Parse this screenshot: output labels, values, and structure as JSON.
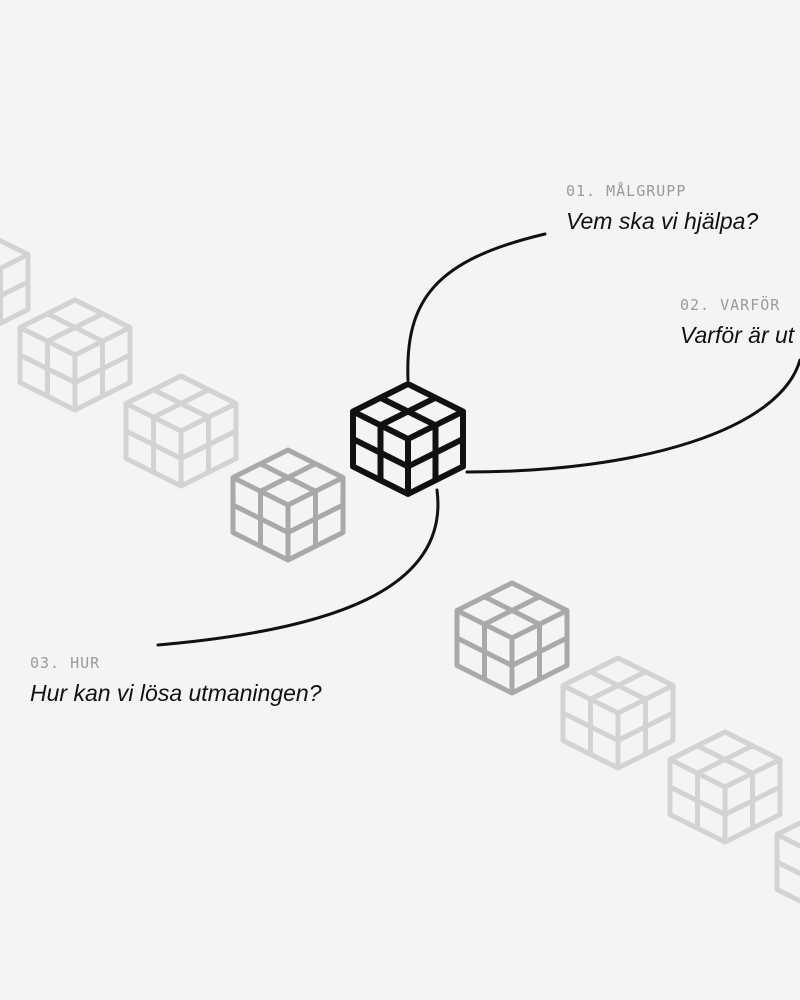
{
  "labels": [
    {
      "number": "01. MÅLGRUPP",
      "question": "Vem ska vi hjälpa?"
    },
    {
      "number": "02. VARFÖR",
      "question": "Varför är ut"
    },
    {
      "number": "03. HUR",
      "question": "Hur kan vi lösa utmaningen?"
    }
  ],
  "colors": {
    "background": "#f4f4f4",
    "focus_cube": "#111111",
    "connector": "#111111",
    "faded_cube_near": "#a9a9a9",
    "faded_cube_far": "#d3d3d3"
  }
}
